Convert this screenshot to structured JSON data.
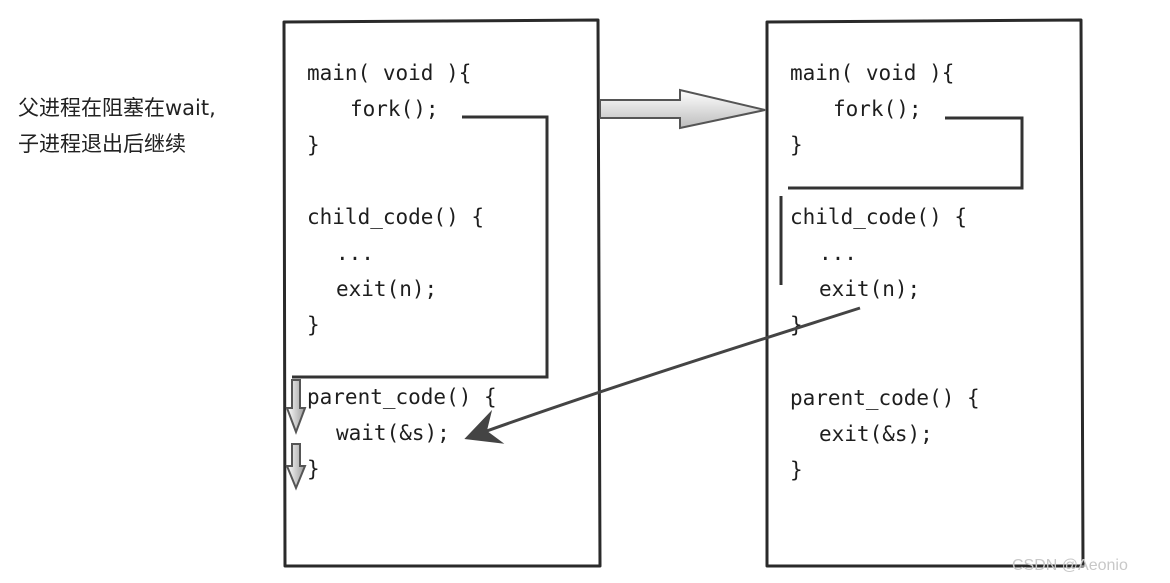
{
  "note_lines": [
    "父进程在阻塞在wait,",
    "子进程退出后继续"
  ],
  "left_code": [
    "main( void ){",
    "  fork();",
    "}",
    "",
    "child_code() {",
    "  ...",
    "  exit(n);",
    "}",
    "",
    "parent_code() {",
    "  wait(&s);",
    "}"
  ],
  "right_code": [
    "main( void ){",
    "  fork();",
    "}",
    "",
    "child_code() {",
    "  ...",
    "  exit(n);",
    "}",
    "",
    "parent_code() {",
    "  exit(&s);",
    "}"
  ],
  "watermark": "CSDN @Aeonio",
  "colors": {
    "ink": "#1e1e1e",
    "arrow_fill": "#f4f4f4",
    "watermark": "#c8c8c8"
  }
}
